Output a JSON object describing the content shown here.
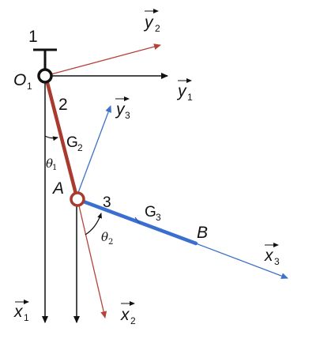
{
  "colors": {
    "frame_black": "#111111",
    "link2_red": "#a83a2e",
    "axis_red": "#b4443a",
    "link3_blue": "#3a6fd0",
    "axis_blue": "#3d72c8"
  },
  "labels": {
    "ground": "1",
    "link2": "2",
    "link3": "3",
    "O": "O",
    "O_sub": "1",
    "A": "A",
    "B": "B",
    "G2": "G",
    "G2_sub": "2",
    "G3": "G",
    "G3_sub": "3",
    "theta1": "θ",
    "theta1_sub": "1",
    "theta2": "θ",
    "theta2_sub": "2",
    "x1": "x",
    "x1_sub": "1",
    "y1": "y",
    "y1_sub": "1",
    "x2": "x",
    "x2_sub": "2",
    "y2": "y",
    "y2_sub": "2",
    "x3": "x",
    "x3_sub": "3",
    "y3": "y",
    "y3_sub": "3"
  }
}
